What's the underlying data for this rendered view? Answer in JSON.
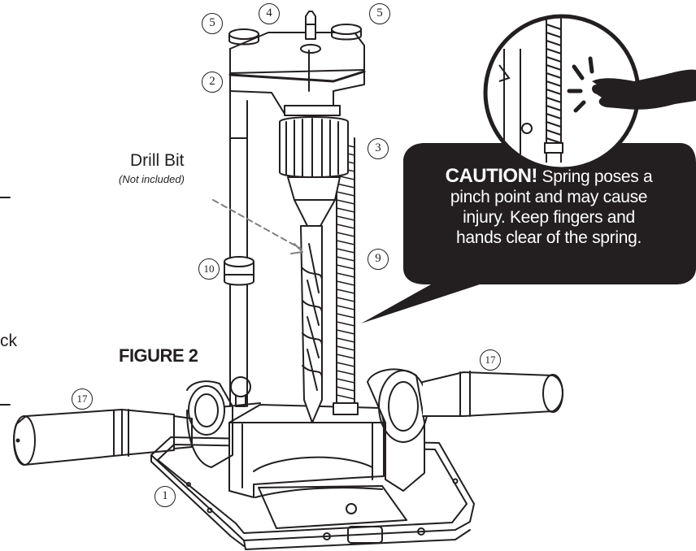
{
  "figure_label": "FIGURE 2",
  "drill_bit": {
    "label": "Drill Bit",
    "note": "(Not included)"
  },
  "caution": {
    "heading": "CAUTION!",
    "line1": "Spring poses a",
    "line2": "pinch point and may cause",
    "line3": "injury. Keep fingers and",
    "line4": "hands clear of the spring."
  },
  "part_numbers": {
    "p1": "1",
    "p2": "2",
    "p3": "3",
    "p4": "4",
    "p5a": "5",
    "p5b": "5",
    "p9": "9",
    "p10": "10",
    "p17a": "17",
    "p17b": "17"
  },
  "edge_text": "ck",
  "colors": {
    "ink": "#231f20",
    "callout_bg": "#231f20",
    "paper": "#ffffff",
    "leader": "#808080"
  }
}
